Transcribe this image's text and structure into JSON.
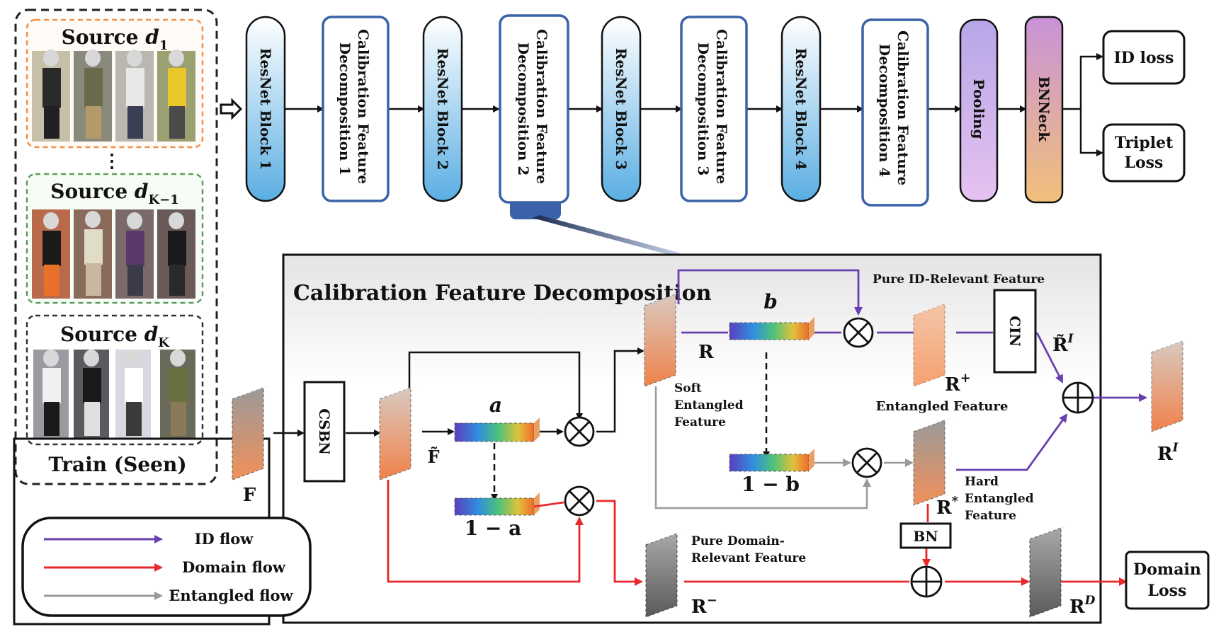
{
  "sources": {
    "d1": {
      "label": "Source ",
      "sub": "1",
      "var": "d"
    },
    "dk1": {
      "label": "Source ",
      "sub": "K−1",
      "var": "d"
    },
    "dk": {
      "label": "Source ",
      "sub": "K",
      "var": "d"
    },
    "ellipsis": "⋮",
    "train_label": "Train (Seen)"
  },
  "pipeline": {
    "resnet1": "ResNet Block 1",
    "cfd1_a": "Calibration Feature",
    "cfd1_b": "Decomposition 1",
    "resnet2": "ResNet Block 2",
    "cfd2_a": "Calibration Feature",
    "cfd2_b": "Decomposition 2",
    "resnet3": "ResNet Block 3",
    "cfd3_a": "Calibration Feature",
    "cfd3_b": "Decomposition 3",
    "resnet4": "ResNet Block 4",
    "cfd4_a": "Calibration Feature",
    "cfd4_b": "Decomposition 4",
    "pooling": "Pooling",
    "bnneck": "BNNeck",
    "id_loss": "ID loss",
    "triplet_a": "Triplet",
    "triplet_b": "Loss"
  },
  "cfd": {
    "title": "Calibration Feature Decomposition",
    "F": "F",
    "csbn": "CSBN",
    "F_tilde": "F̃",
    "a": "a",
    "one_minus_a": "1 − a",
    "R": "R",
    "soft_1": "Soft",
    "soft_2": "Entangled",
    "soft_3": "Feature",
    "b": "b",
    "one_minus_b": "1 − b",
    "pure_id": "Pure ID-Relevant Feature",
    "cin": "CIN",
    "R_plus": "R",
    "R_plus_sup": "+",
    "entangled_feature": "Entangled Feature",
    "R_tilde_I": "R̃",
    "R_tilde_I_sup": "I",
    "R_I": "R",
    "R_I_sup": "I",
    "R_star": "R",
    "R_star_sup": "*",
    "hard_1": "Hard",
    "hard_2": "Entangled",
    "hard_3": "Feature",
    "bn": "BN",
    "pure_domain_1": "Pure Domain-",
    "pure_domain_2": "Relevant Feature",
    "R_minus": "R",
    "R_minus_sup": "−",
    "R_D": "R",
    "R_D_sup": "D",
    "domain_loss_a": "Domain",
    "domain_loss_b": "Loss"
  },
  "legend": {
    "id_flow": "ID flow",
    "domain_flow": "Domain flow",
    "entangled_flow": "Entangled flow"
  },
  "colors": {
    "id_flow": "#6a3fb0",
    "domain_flow": "#e8282a",
    "entangled_flow": "#a0a0a0",
    "resnet_fill": "#6fb9e6",
    "cfd_border": "#3a62a8",
    "pooling_fill": "#c9b2e6",
    "bnneck_fill": "#d49ab8"
  }
}
